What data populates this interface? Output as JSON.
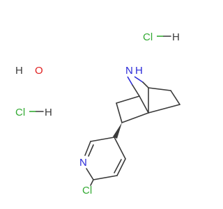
{
  "molecule": {
    "atoms": {
      "bridge_n": "N",
      "bridge_h": "H",
      "ring_n": "N",
      "ring_cl": "Cl"
    },
    "salts": {
      "hcl_top": {
        "cl": "Cl",
        "h": "H"
      },
      "hcl_left": {
        "cl": "Cl",
        "h": "H"
      }
    },
    "water": {
      "h": "H",
      "o": "O"
    }
  },
  "colors": {
    "bond": "#3a3a3a",
    "nitrogen": "#2a2ad8",
    "chlorine": "#33aa33",
    "oxygen": "#e02020"
  }
}
